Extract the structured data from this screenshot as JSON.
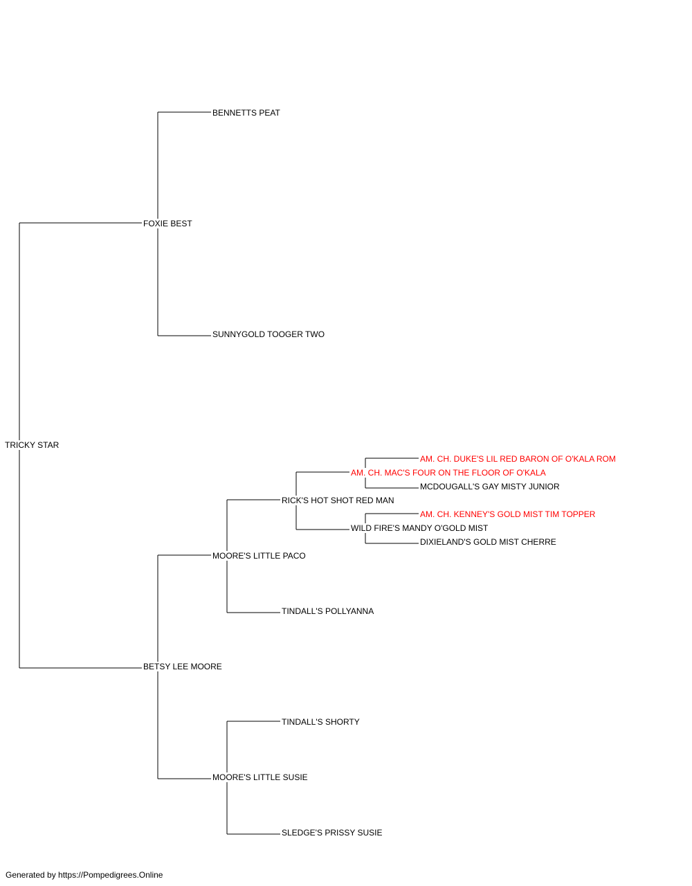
{
  "pedigree": {
    "subject": "TRICKY STAR",
    "sire": {
      "name": "FOXIE BEST",
      "sire": "BENNETTS PEAT",
      "dam": "SUNNYGOLD TOOGER TWO"
    },
    "dam": {
      "name": "BETSY LEE MOORE",
      "sire": {
        "name": "MOORE'S LITTLE PACO",
        "sire": {
          "name": "RICK'S HOT SHOT RED MAN",
          "sire": {
            "name": "AM. CH. MAC'S FOUR ON THE FLOOR OF O'KALA",
            "sire": "AM. CH. DUKE'S LIL RED BARON OF O'KALA ROM",
            "dam": "MCDOUGALL'S GAY MISTY JUNIOR"
          },
          "dam": {
            "name": "WILD FIRE'S MANDY O'GOLD MIST",
            "sire": "AM. CH. KENNEY'S GOLD MIST TIM TOPPER",
            "dam": "DIXIELAND'S GOLD MIST CHERRE"
          }
        },
        "dam": "TINDALL'S POLLYANNA"
      },
      "dam": {
        "name": "MOORE'S LITTLE SUSIE",
        "sire": "TINDALL'S SHORTY",
        "dam": "SLEDGE'S PRISSY SUSIE"
      }
    }
  },
  "colors": {
    "line": "#000000",
    "text": "#000000",
    "champion_text": "#ff0000"
  },
  "footer": "Generated by https://Pompedigrees.Online"
}
